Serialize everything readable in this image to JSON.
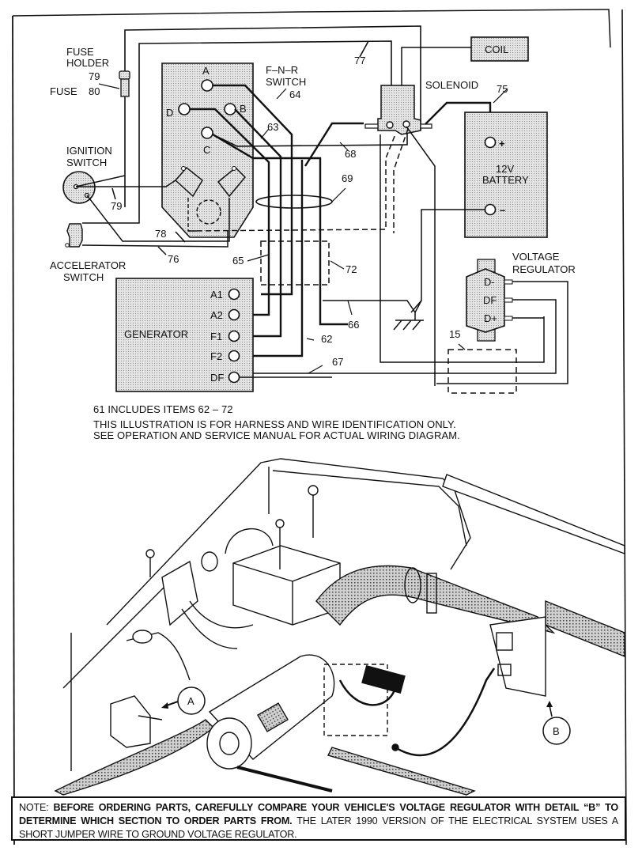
{
  "diagram": {
    "components": {
      "fuse_holder": {
        "label_line1": "FUSE",
        "label_line2": "HOLDER",
        "item": "79"
      },
      "fuse": {
        "label": "FUSE",
        "item": "80"
      },
      "ignition_switch": {
        "label_line1": "IGNITION",
        "label_line2": "SWITCH"
      },
      "accelerator_switch": {
        "label_line1": "ACCELERATOR",
        "label_line2": "SWITCH"
      },
      "fnr_switch": {
        "label_line1": "F–N–R",
        "label_line2": "SWITCH",
        "terminals": [
          "A",
          "B",
          "C",
          "D"
        ]
      },
      "coil": {
        "label": "COIL"
      },
      "solenoid": {
        "label": "SOLENOID"
      },
      "battery": {
        "label_line1": "12V",
        "label_line2": "BATTERY",
        "plus": "+",
        "minus": "–"
      },
      "voltage_regulator": {
        "label_line1": "VOLTAGE",
        "label_line2": "REGULATOR",
        "terminals": [
          "D-",
          "DF",
          "D+"
        ]
      },
      "generator": {
        "label": "GENERATOR",
        "terminals": [
          "A1",
          "A2",
          "F1",
          "F2",
          "DF"
        ]
      }
    },
    "wire_callouts": {
      "w62": "62",
      "w63": "63",
      "w64": "64",
      "w65": "65",
      "w66": "66",
      "w67": "67",
      "w68": "68",
      "w69": "69",
      "w72": "72",
      "w75": "75",
      "w76": "76",
      "w77": "77",
      "w78": "78",
      "w79": "79",
      "w15": "15"
    },
    "captions": {
      "line1": "61 INCLUDES ITEMS 62 – 72",
      "line2": "THIS ILLUSTRATION IS FOR HARNESS AND WIRE IDENTIFICATION ONLY.",
      "line3": "SEE OPERATION AND SERVICE MANUAL FOR ACTUAL WIRING DIAGRAM."
    }
  },
  "illustration": {
    "detail_a": "A",
    "detail_b": "B"
  },
  "note": {
    "lead": "NOTE:",
    "body": "BEFORE ORDERING PARTS, CAREFULLY COMPARE YOUR VEHICLE'S VOLTAGE REGULATOR WITH DETAIL “B” TO DETERMINE WHICH SECTION TO ORDER PARTS FROM.",
    "tail": "THE LATER 1990 VERSION OF THE ELECTRICAL SYSTEM USES A SHORT JUMPER WIRE TO GROUND VOLTAGE REGULATOR."
  }
}
